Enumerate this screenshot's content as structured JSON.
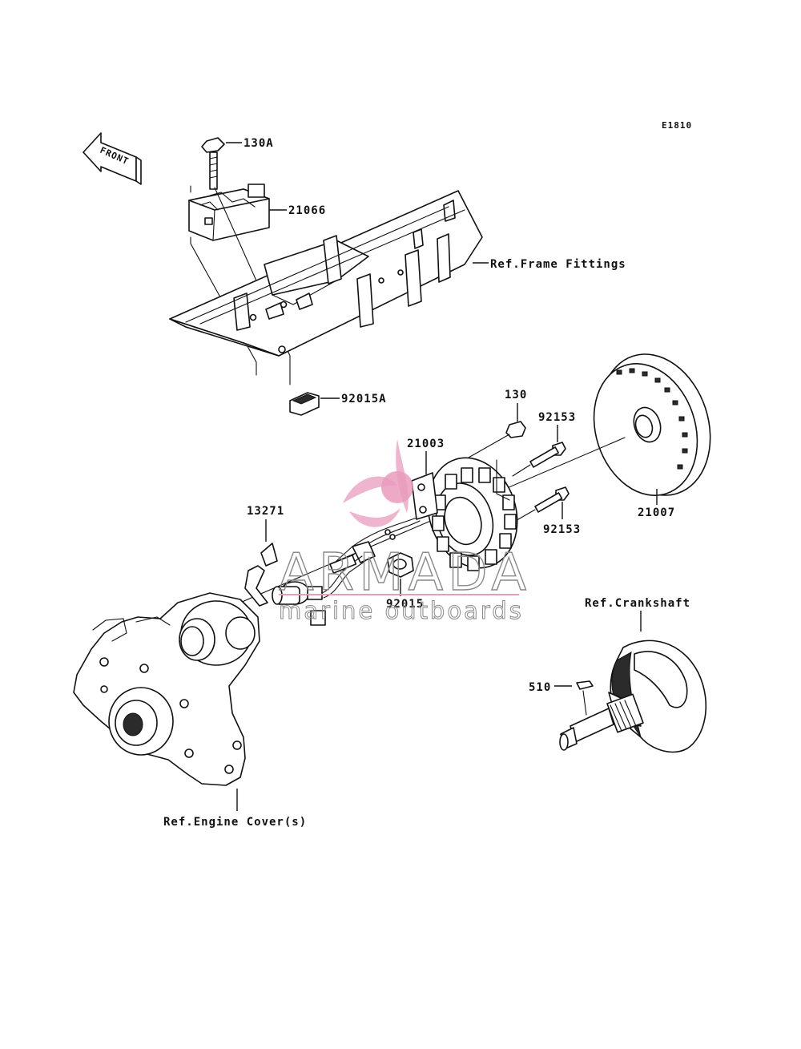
{
  "diagram_code": "E1810",
  "front_arrow_label": "FRONT",
  "parts": {
    "bolt_130a": "130A",
    "regulator_21066": "21066",
    "frame_ref": "Ref.Frame Fittings",
    "damper_92015a": "92015A",
    "bolt_130": "130",
    "bolt_92153_top": "92153",
    "stator_21003": "21003",
    "rotor_21007": "21007",
    "clamp_13271": "13271",
    "bolt_92153_bottom": "92153",
    "grommet_92015": "92015",
    "crankshaft_ref": "Ref.Crankshaft",
    "key_510": "510",
    "engine_cover_ref": "Ref.Engine Cover(s)"
  },
  "watermark": {
    "brand": "ARMADA",
    "tagline": "marine outboards",
    "colors": {
      "pink": "#e99bbd",
      "grey": "#8a8a8a"
    }
  }
}
